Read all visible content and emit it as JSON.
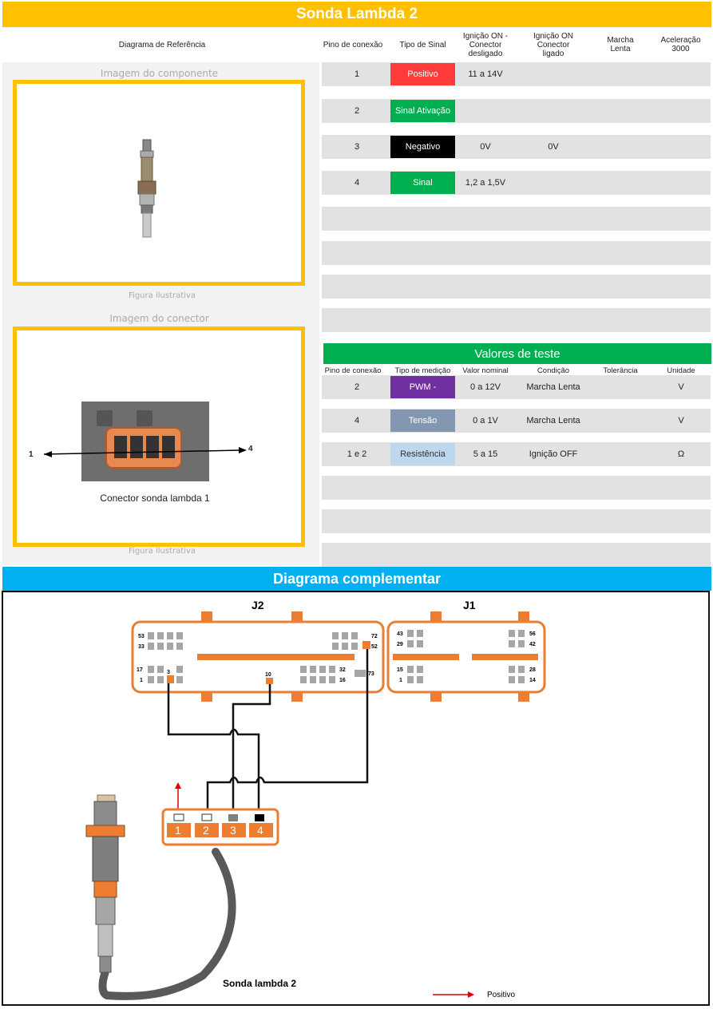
{
  "title": "Sonda Lambda 2",
  "headers": {
    "ref": "Diagrama de Referência",
    "pin": "Pino de conexão",
    "type": "Tipo de Sinal",
    "ign_off": "Ignição ON - Conector desligado",
    "ign_on": "Ignição ON Conector ligado",
    "idle": "Marcha Lenta",
    "accel": "Aceleração 3000"
  },
  "left": {
    "component_caption": "Imagem do componente",
    "figure1": "Figura ilustrativa",
    "connector_caption": "Imagem do conector",
    "figure2": "Figura ilustrativa",
    "connector_label": "Conector sonda lambda 1",
    "arrow_left": "1",
    "arrow_right": "4"
  },
  "pins": [
    {
      "pin": "1",
      "signal": "Positivo",
      "color": "#ff3b3b",
      "ign_off": "11 a 14V",
      "ign_on": ""
    },
    {
      "pin": "2",
      "signal": "Sinal Ativação",
      "color": "#00b050",
      "ign_off": "",
      "ign_on": ""
    },
    {
      "pin": "3",
      "signal": "Negativo",
      "color": "#000000",
      "ign_off": "0V",
      "ign_on": "0V"
    },
    {
      "pin": "4",
      "signal": "Sinal",
      "color": "#00b050",
      "ign_off": "1,2 a 1,5V",
      "ign_on": ""
    }
  ],
  "test": {
    "title": "Valores de teste",
    "headers": {
      "pin": "Pino de conexão",
      "measure": "Tipo de medição",
      "nominal": "Valor nominal",
      "condition": "Condição",
      "tolerance": "Tolerância",
      "unit": "Unidade"
    },
    "rows": [
      {
        "pin": "2",
        "measure": "PWM -",
        "color": "#7030a0",
        "text_color": "#ffffff",
        "nominal": "0 a 12V",
        "condition": "Marcha Lenta",
        "unit": "V"
      },
      {
        "pin": "4",
        "measure": "Tensão",
        "color": "#8497b0",
        "text_color": "#ffffff",
        "nominal": "0 a 1V",
        "condition": "Marcha Lenta",
        "unit": "V"
      },
      {
        "pin": "1 e 2",
        "measure": "Resistência",
        "color": "#bdd7ee",
        "text_color": "#333333",
        "nominal": "5 a 15",
        "condition": "Ignição OFF",
        "unit": "Ω"
      }
    ]
  },
  "diagram": {
    "title": "Diagrama complementar",
    "j2": "J2",
    "j1": "J1",
    "j2_pins": {
      "p53": "53",
      "p33": "33",
      "p17": "17",
      "p1": "1",
      "p72": "72",
      "p52": "52",
      "p73": "73",
      "p32": "32",
      "p16": "16",
      "p10": "10",
      "p3": "3"
    },
    "j1_pins": {
      "p43": "43",
      "p29": "29",
      "p15": "15",
      "p1": "1",
      "p56": "56",
      "p42": "42",
      "p28": "28",
      "p14": "14"
    },
    "connector_pins": [
      "1",
      "2",
      "3",
      "4"
    ],
    "sensor_label": "Sonda lambda 2",
    "legend": "Positivo"
  }
}
